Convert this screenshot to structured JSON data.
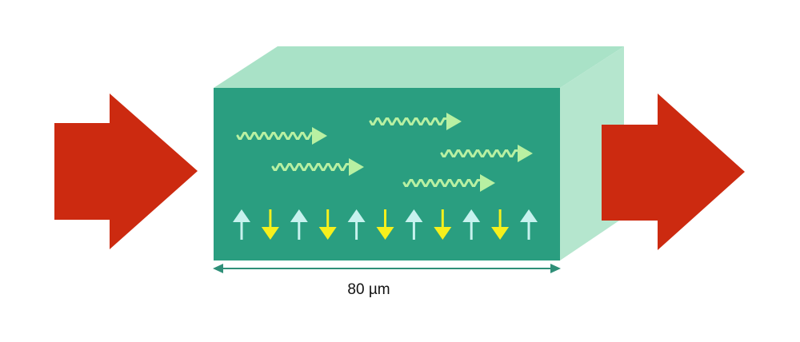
{
  "diagram": {
    "dimension_label": "80 µm",
    "colors": {
      "big_arrow": "#cc2a10",
      "crystal_front": "#2a9e80",
      "crystal_top": "#a9e2c7",
      "crystal_side": "#b5e6ce",
      "photon": "#b8f0a2",
      "spin_up": "#c7f2ee",
      "spin_down": "#f6f01c",
      "dimension_line": "#2f8f78"
    },
    "spin_pattern": [
      "up",
      "down",
      "up",
      "down",
      "up",
      "down",
      "up",
      "down",
      "up",
      "down",
      "up"
    ],
    "icons": {
      "input_arrow": "right-arrow-icon",
      "output_arrow": "right-arrow-icon",
      "photon": "wavy-arrow-icon",
      "spin_up": "up-arrow-icon",
      "spin_down": "down-arrow-icon"
    }
  }
}
